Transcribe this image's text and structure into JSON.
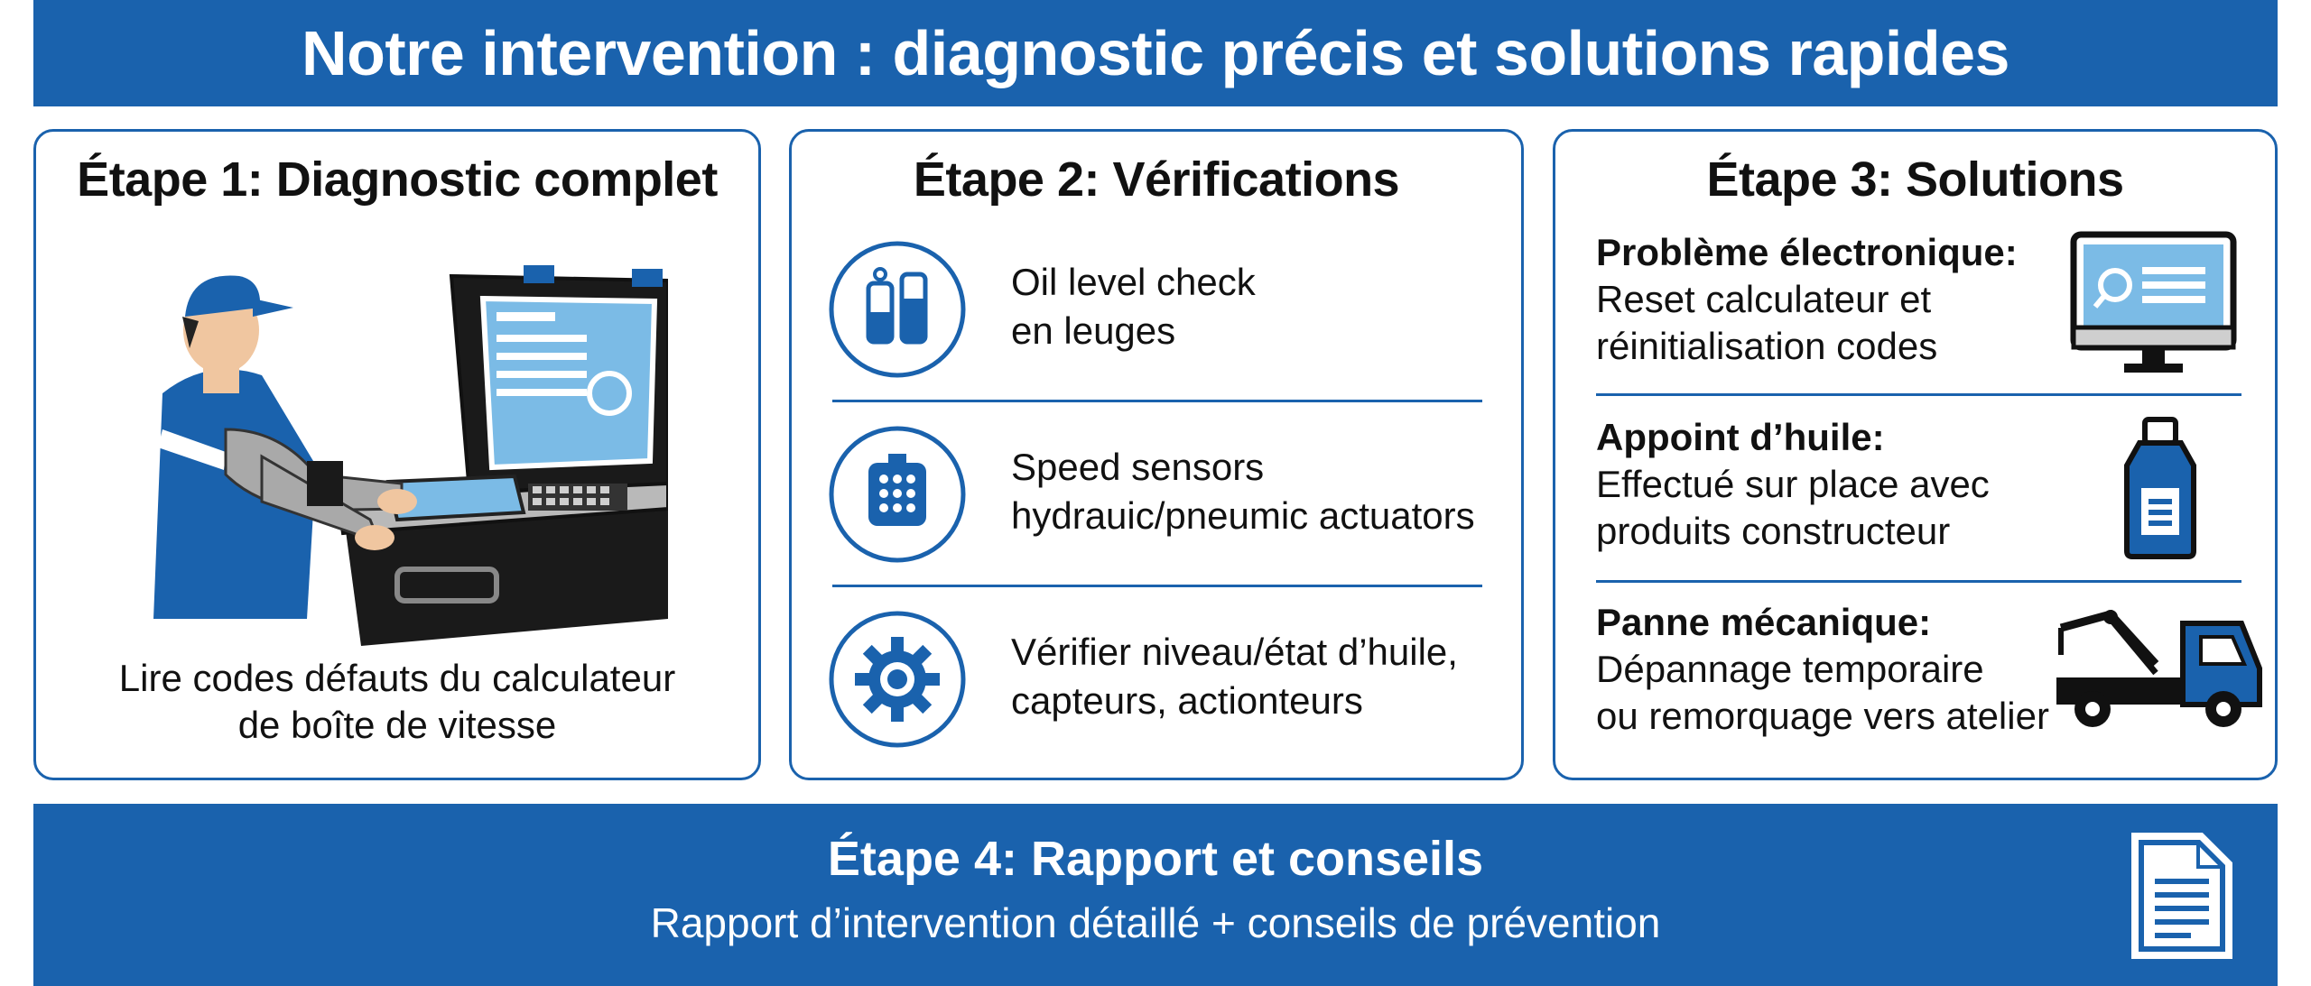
{
  "header": {
    "title": "Notre intervention : diagnostic précis et solutions rapides"
  },
  "step1": {
    "title": "Étape 1: Diagnostic complet",
    "caption_line1": "Lire codes défauts du calculateur",
    "caption_line2": "de boîte de vitesse",
    "icon": "technician-diagnostic-tool-illustration"
  },
  "step2": {
    "title": "Étape 2: Vérifications",
    "items": [
      {
        "line1": "Oil level check",
        "line2": "en leuges",
        "icon": "oil-level-icon"
      },
      {
        "line1": "Speed sensors",
        "line2": "hydrauic/pneumic actuators",
        "icon": "sensor-icon"
      },
      {
        "line1": "Vérifier niveau/état d’huile,",
        "line2": "capteurs, actionteurs",
        "icon": "gear-icon"
      }
    ]
  },
  "step3": {
    "title": "Étape 3: Solutions",
    "items": [
      {
        "heading": "Problème électronique:",
        "line1": "Reset calculateur et",
        "line2": "réinitialisation codes",
        "icon": "computer-monitor-icon"
      },
      {
        "heading": "Appoint d’huile:",
        "line1": "Effectué sur place avec",
        "line2": "produits constructeur",
        "icon": "oil-bottle-icon"
      },
      {
        "heading": "Panne mécanique:",
        "line1": "Dépannage temporaire",
        "line2": "ou remorquage vers atelier",
        "icon": "tow-truck-icon"
      }
    ]
  },
  "step4": {
    "title": "Étape 4: Rapport et conseils",
    "text": "Rapport d’intervention détaillé + conseils de prévention",
    "icon": "document-icon"
  },
  "colors": {
    "primary": "#1a62ad",
    "light_blue": "#7bbbe6",
    "dark": "#111111",
    "grey": "#a9a9a9"
  }
}
